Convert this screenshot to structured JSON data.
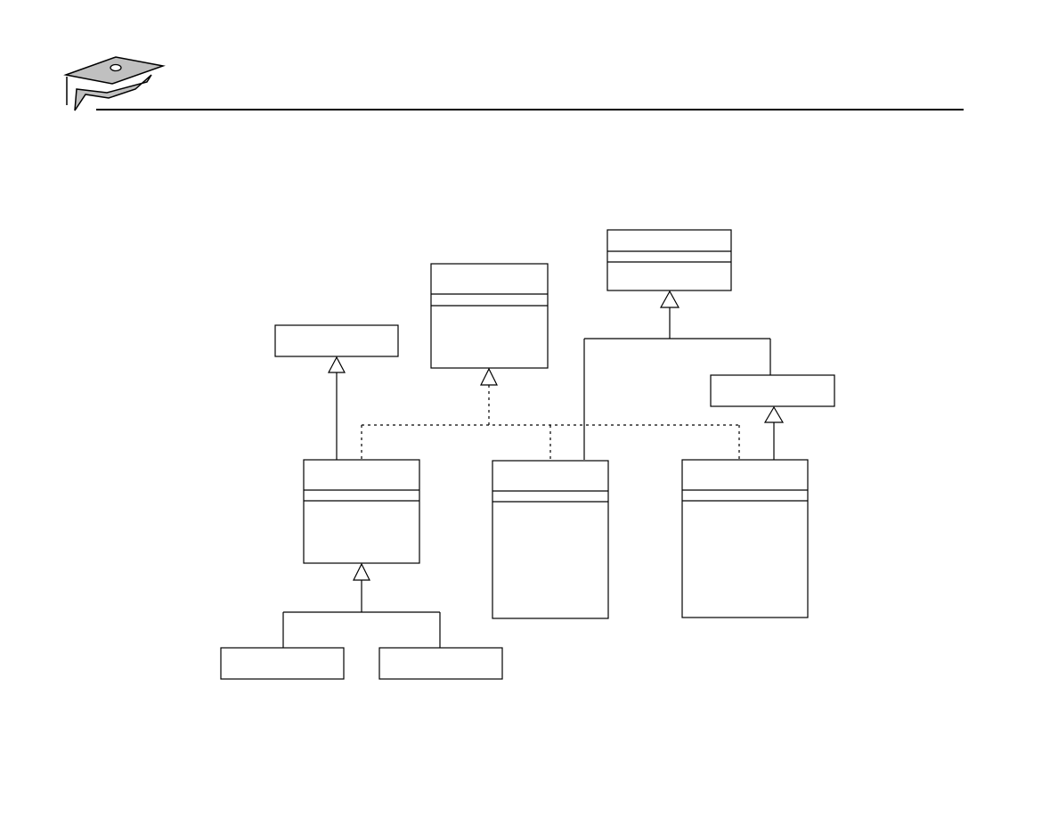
{
  "header": {
    "logo_icon": "graduation-cap-icon",
    "rule_color": "#000000"
  },
  "diagram": {
    "kind": "uml-class-diagram",
    "line_color": "#000000",
    "box_fill": "#ffffff",
    "logo_fill": "#c0c0c0",
    "classes": [
      {
        "id": "class-a",
        "compartments": 1
      },
      {
        "id": "interface-b",
        "compartments": 3
      },
      {
        "id": "class-c",
        "compartments": 3
      },
      {
        "id": "class-d",
        "compartments": 1
      },
      {
        "id": "class-e",
        "compartments": 3
      },
      {
        "id": "class-f",
        "compartments": 3
      },
      {
        "id": "class-g",
        "compartments": 3
      },
      {
        "id": "class-h",
        "compartments": 1
      },
      {
        "id": "class-i",
        "compartments": 1
      }
    ],
    "relationships": [
      {
        "type": "generalization",
        "from": "class-e",
        "to": "class-a"
      },
      {
        "type": "realization",
        "from": "class-e",
        "to": "interface-b"
      },
      {
        "type": "realization",
        "from": "class-f",
        "to": "interface-b"
      },
      {
        "type": "realization",
        "from": "class-g",
        "to": "interface-b"
      },
      {
        "type": "generalization",
        "from": "class-f",
        "to": "class-c"
      },
      {
        "type": "generalization",
        "from": "class-d",
        "to": "class-c"
      },
      {
        "type": "generalization",
        "from": "class-g",
        "to": "class-d"
      },
      {
        "type": "generalization",
        "from": "class-h",
        "to": "class-e"
      },
      {
        "type": "generalization",
        "from": "class-i",
        "to": "class-e"
      }
    ]
  }
}
